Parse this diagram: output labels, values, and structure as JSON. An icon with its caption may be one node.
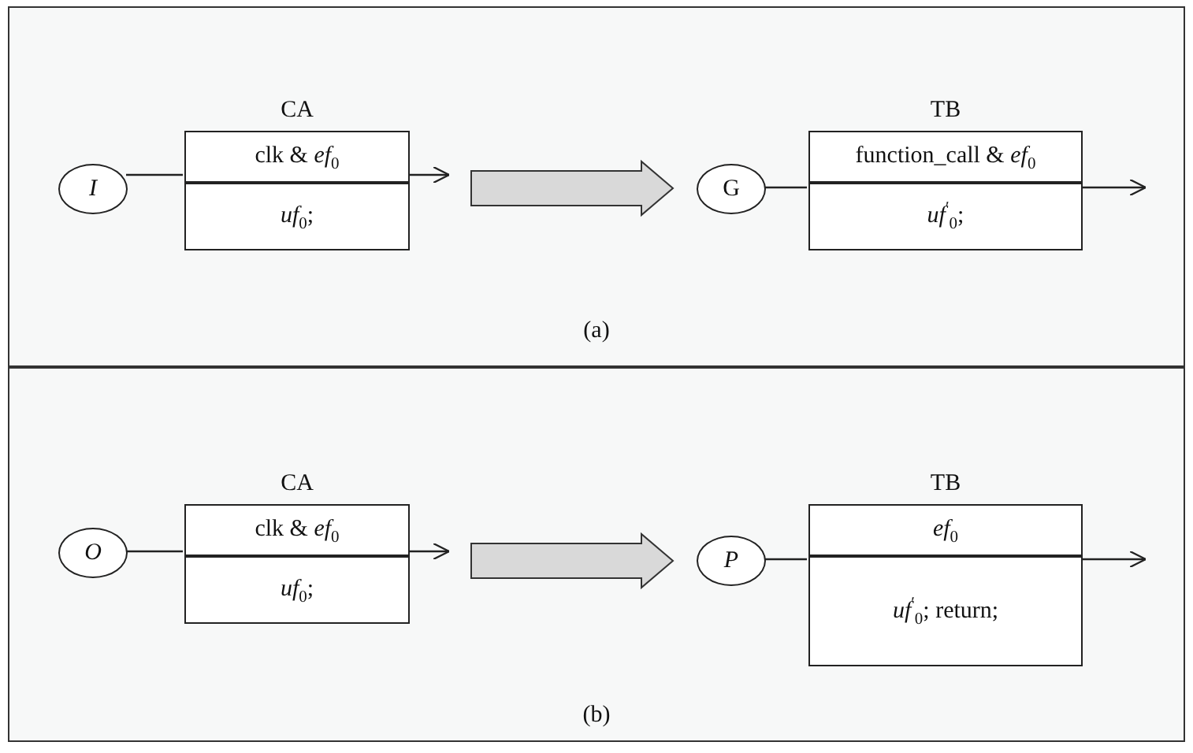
{
  "diagram": {
    "nodes": [
      {
        "text": [
          "(a)"
        ]
      },
      {
        "text": [
          "I"
        ],
        "in": 0
      },
      {
        "text": [
          "CA",
          "clk & *ef*$_{0}$",
          "*uf*$_{0}$;"
        ],
        "in": 0
      },
      {
        "text": [
          "G"
        ],
        "in": 0
      },
      {
        "text": [
          "TB",
          "function_call & *ef*$_{0}$",
          "*uf*$^{′}$$_{0}$;"
        ],
        "in": 0
      },
      {
        "text": [
          "(b)"
        ]
      },
      {
        "text": [
          "O"
        ],
        "in": 5
      },
      {
        "text": [
          "CA",
          "clk & *ef*$_{0}$",
          "*uf*$_{0}$;"
        ],
        "in": 5
      },
      {
        "text": [
          "P"
        ],
        "in": 5
      },
      {
        "text": [
          "TB",
          "*ef*$_{0}$",
          "*uf*$^{′}$$_{0}$; return;"
        ],
        "in": 5
      }
    ],
    "edges": [
      {
        "from": 1,
        "to": 2,
        "arrow": "none"
      },
      {
        "from": 2,
        "to": null,
        "arrow": "to"
      },
      {
        "from": 2,
        "to": 3,
        "arrow": "to",
        "style": "thick"
      },
      {
        "from": 3,
        "to": 4,
        "arrow": "none"
      },
      {
        "from": 4,
        "to": null,
        "arrow": "to"
      },
      {
        "from": 6,
        "to": 7,
        "arrow": "none"
      },
      {
        "from": 7,
        "to": null,
        "arrow": "to"
      },
      {
        "from": 7,
        "to": 8,
        "arrow": "to",
        "style": "thick"
      },
      {
        "from": 8,
        "to": 9,
        "arrow": "none"
      },
      {
        "from": 9,
        "to": null,
        "arrow": "to"
      }
    ]
  }
}
